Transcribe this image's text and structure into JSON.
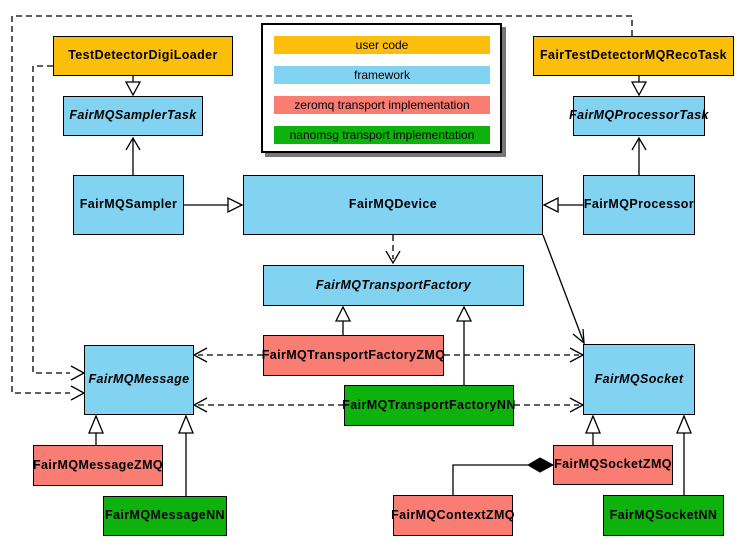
{
  "colors": {
    "user_code": "#fbbe0a",
    "framework": "#82d2f2",
    "zeromq": "#f97d72",
    "nanomsg": "#0db20d",
    "edge": "#000000",
    "legend_shadow": "#777777",
    "background": "#ffffff"
  },
  "legend": {
    "items": [
      {
        "id": "user-code",
        "label": "user code"
      },
      {
        "id": "framework",
        "label": "framework"
      },
      {
        "id": "zeromq",
        "label": "zeromq transport implementation"
      },
      {
        "id": "nanomsg",
        "label": "nanomsg transport implementation"
      }
    ]
  },
  "nodes": {
    "test_detector_digi_loader": {
      "label": "TestDetectorDigiLoader",
      "category": "user_code",
      "abstract": false
    },
    "fair_test_detector_mq_reco_task": {
      "label": "FairTestDetectorMQRecoTask",
      "category": "user_code",
      "abstract": false
    },
    "fairmq_sampler_task": {
      "label": "FairMQSamplerTask",
      "category": "framework",
      "abstract": true
    },
    "fairmq_processor_task": {
      "label": "FairMQProcessorTask",
      "category": "framework",
      "abstract": true
    },
    "fairmq_sampler": {
      "label": "FairMQSampler",
      "category": "framework",
      "abstract": false
    },
    "fairmq_device": {
      "label": "FairMQDevice",
      "category": "framework",
      "abstract": false
    },
    "fairmq_processor": {
      "label": "FairMQProcessor",
      "category": "framework",
      "abstract": false
    },
    "fairmq_transport_factory": {
      "label": "FairMQTransportFactory",
      "category": "framework",
      "abstract": true
    },
    "fairmq_transport_factory_zmq": {
      "label": "FairMQTransportFactoryZMQ",
      "category": "zeromq",
      "abstract": false
    },
    "fairmq_transport_factory_nn": {
      "label": "FairMQTransportFactoryNN",
      "category": "nanomsg",
      "abstract": false
    },
    "fairmq_message": {
      "label": "FairMQMessage",
      "category": "framework",
      "abstract": true
    },
    "fairmq_socket": {
      "label": "FairMQSocket",
      "category": "framework",
      "abstract": true
    },
    "fairmq_message_zmq": {
      "label": "FairMQMessageZMQ",
      "category": "zeromq",
      "abstract": false
    },
    "fairmq_message_nn": {
      "label": "FairMQMessageNN",
      "category": "nanomsg",
      "abstract": false
    },
    "fairmq_socket_zmq": {
      "label": "FairMQSocketZMQ",
      "category": "zeromq",
      "abstract": false
    },
    "fairmq_context_zmq": {
      "label": "FairMQContextZMQ",
      "category": "zeromq",
      "abstract": false
    },
    "fairmq_socket_nn": {
      "label": "FairMQSocketNN",
      "category": "nanomsg",
      "abstract": false
    }
  },
  "edges": [
    {
      "from": "TestDetectorDigiLoader",
      "to": "FairMQSamplerTask",
      "relation": "inheritance",
      "line": "solid"
    },
    {
      "from": "FairMQSampler",
      "to": "FairMQSamplerTask",
      "relation": "association",
      "line": "solid"
    },
    {
      "from": "FairMQSampler",
      "to": "FairMQDevice",
      "relation": "inheritance",
      "line": "solid"
    },
    {
      "from": "FairMQProcessor",
      "to": "FairMQDevice",
      "relation": "inheritance",
      "line": "solid"
    },
    {
      "from": "FairTestDetectorMQRecoTask",
      "to": "FairMQProcessorTask",
      "relation": "inheritance",
      "line": "solid"
    },
    {
      "from": "FairMQProcessor",
      "to": "FairMQProcessorTask",
      "relation": "association",
      "line": "solid"
    },
    {
      "from": "FairMQDevice",
      "to": "FairMQTransportFactory",
      "relation": "dependency",
      "line": "dashed"
    },
    {
      "from": "FairMQDevice",
      "to": "FairMQSocket",
      "relation": "association",
      "line": "solid"
    },
    {
      "from": "FairMQTransportFactoryZMQ",
      "to": "FairMQTransportFactory",
      "relation": "inheritance",
      "line": "solid"
    },
    {
      "from": "FairMQTransportFactoryNN",
      "to": "FairMQTransportFactory",
      "relation": "inheritance",
      "line": "solid"
    },
    {
      "from": "FairMQTransportFactoryZMQ",
      "to": "FairMQMessage",
      "relation": "dependency",
      "line": "dashed"
    },
    {
      "from": "FairMQTransportFactoryZMQ",
      "to": "FairMQSocket",
      "relation": "dependency",
      "line": "dashed"
    },
    {
      "from": "FairMQTransportFactoryNN",
      "to": "FairMQMessage",
      "relation": "dependency",
      "line": "dashed"
    },
    {
      "from": "FairMQTransportFactoryNN",
      "to": "FairMQSocket",
      "relation": "dependency",
      "line": "dashed"
    },
    {
      "from": "TestDetectorDigiLoader",
      "to": "FairMQMessage",
      "relation": "dependency",
      "line": "dashed"
    },
    {
      "from": "FairTestDetectorMQRecoTask",
      "to": "FairMQMessage",
      "relation": "dependency",
      "line": "dashed"
    },
    {
      "from": "FairMQMessageZMQ",
      "to": "FairMQMessage",
      "relation": "inheritance",
      "line": "solid"
    },
    {
      "from": "FairMQMessageNN",
      "to": "FairMQMessage",
      "relation": "inheritance",
      "line": "solid"
    },
    {
      "from": "FairMQSocketZMQ",
      "to": "FairMQSocket",
      "relation": "inheritance",
      "line": "solid"
    },
    {
      "from": "FairMQSocketNN",
      "to": "FairMQSocket",
      "relation": "inheritance",
      "line": "solid"
    },
    {
      "from": "FairMQContextZMQ",
      "to": "FairMQSocketZMQ",
      "relation": "composition",
      "line": "solid"
    }
  ]
}
